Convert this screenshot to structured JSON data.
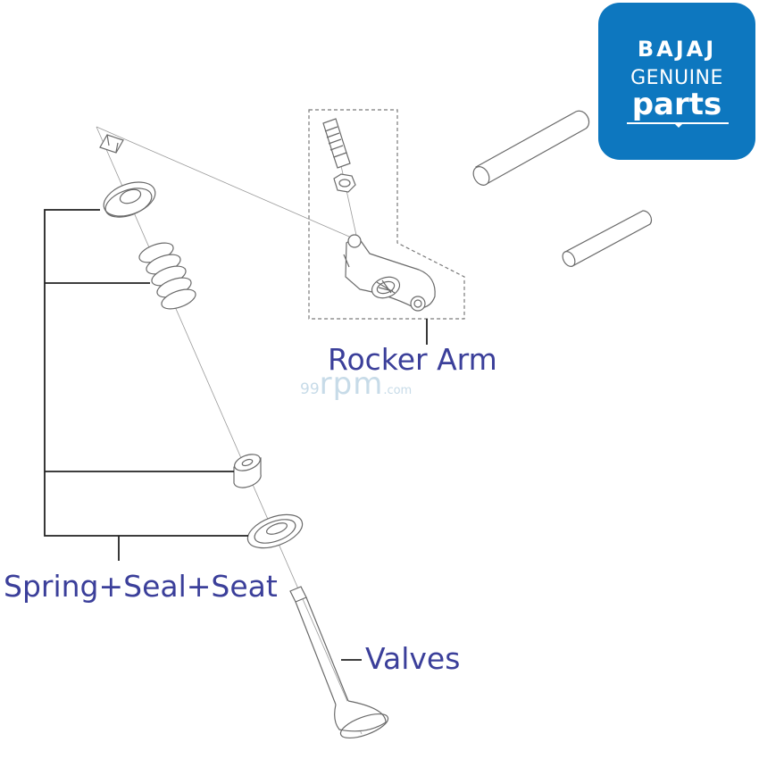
{
  "labels": {
    "rocker_arm": "Rocker Arm",
    "spring_seal_seat": "Spring+Seal+Seat",
    "valves": "Valves"
  },
  "watermark": {
    "digits": "99",
    "word": "rpm",
    "suffix": ".com"
  },
  "logo": {
    "brand": "BAJAJ",
    "line2": "GENUINE",
    "line3": "parts"
  },
  "colors": {
    "label_text": "#3b3f9a",
    "logo_background": "#0d77bf",
    "line_art": "#6a6a6a"
  }
}
